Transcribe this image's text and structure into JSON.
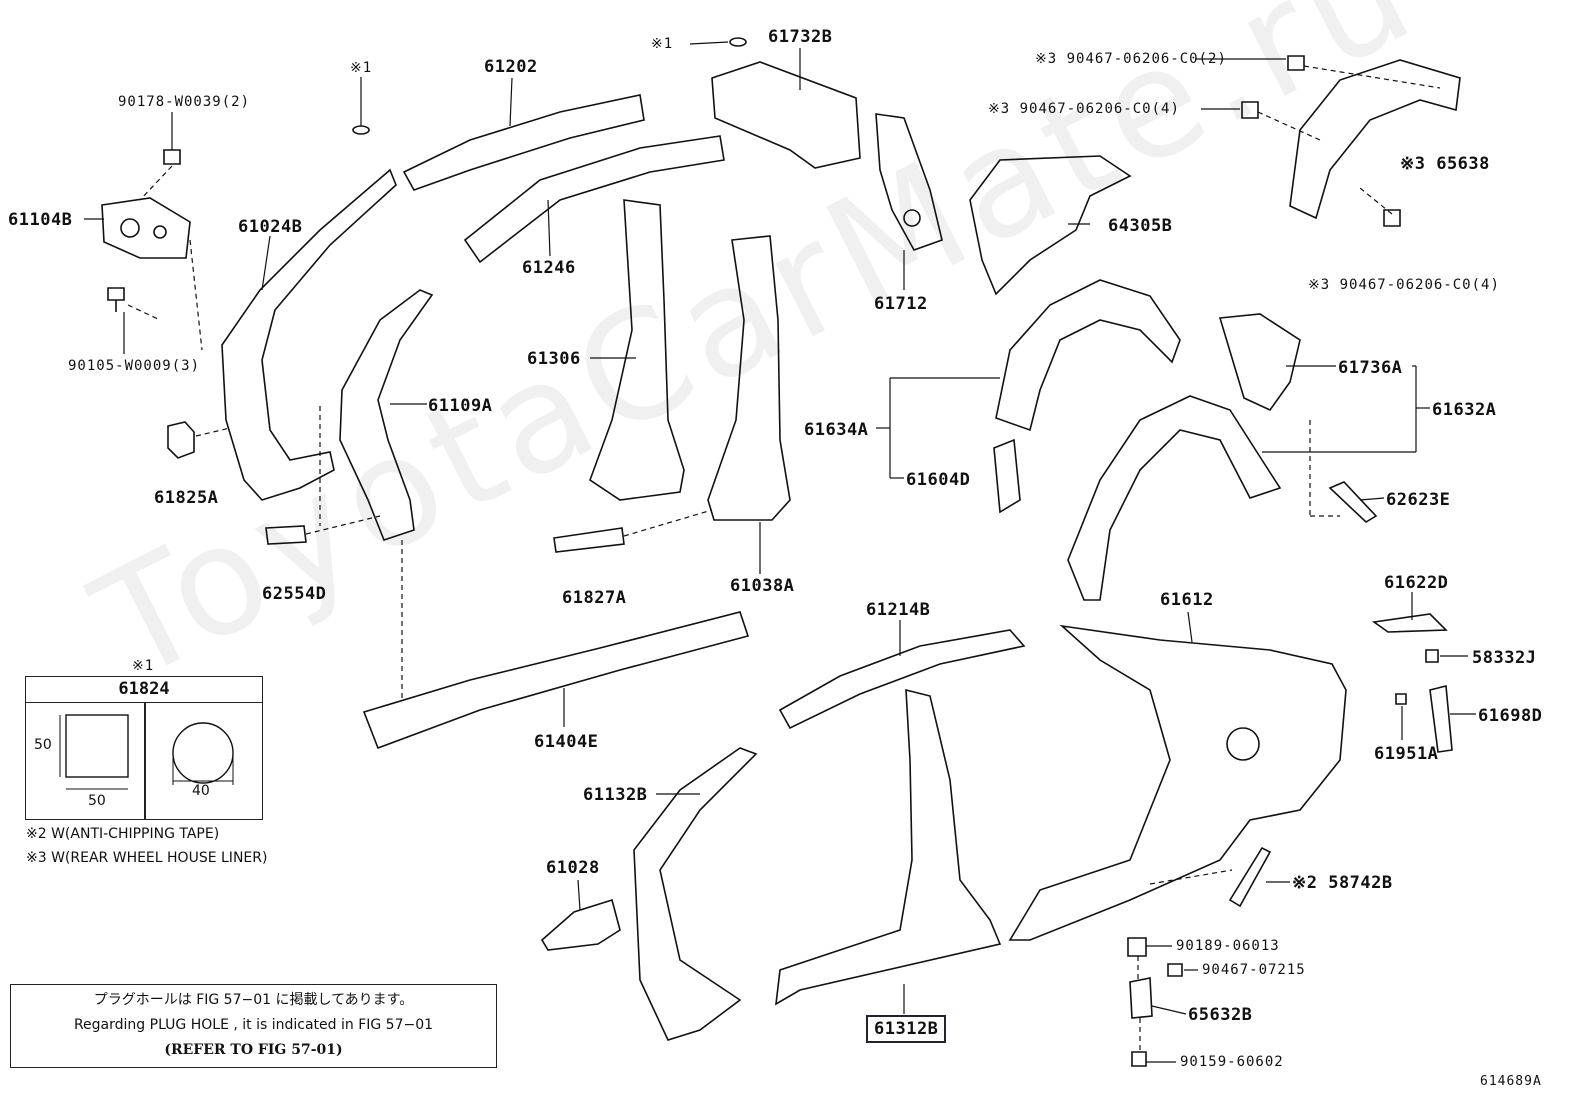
{
  "watermark": "ToyotaCarMate.ru",
  "figure_id": "614689A",
  "parts": {
    "p90178": "90178-W0039(2)",
    "p61104B": "61104B",
    "p90105": "90105-W0009(3)",
    "p61825A": "61825A",
    "p61024B": "61024B",
    "mark1a": "※1",
    "p61202": "61202",
    "mark1b": "※1",
    "p61732B": "61732B",
    "p61246": "61246",
    "p61109A": "61109A",
    "p61306": "61306",
    "p62554D": "62554D",
    "p61827A": "61827A",
    "p61038A": "61038A",
    "p61712": "61712",
    "p90467a": "※3 90467-06206-C0(2)",
    "p90467b": "※3 90467-06206-C0(4)",
    "p65638": "※3 65638",
    "p90467c": "※3 90467-06206-C0(4)",
    "p64305B": "64305B",
    "p61736A": "61736A",
    "p61632A": "61632A",
    "p61634A": "61634A",
    "p61604D": "61604D",
    "p62623E": "62623E",
    "p61404E": "61404E",
    "p61214B": "61214B",
    "p61612": "61612",
    "p61622D": "61622D",
    "p58332J": "58332J",
    "p61698D": "61698D",
    "p61951A": "61951A",
    "p61132B": "61132B",
    "p61028": "61028",
    "p58742B": "※2 58742B",
    "p90189": "90189-06013",
    "p90467d": "90467-07215",
    "p65632B": "65632B",
    "p90159": "90159-60602",
    "p61312B": "61312B"
  },
  "legend": {
    "mark": "※1",
    "part": "61824",
    "square_h": "50",
    "square_w": "50",
    "circle_d": "40"
  },
  "notes": {
    "n2": "※2 W(ANTI-CHIPPING TAPE)",
    "n3": "※3 W(REAR WHEEL HOUSE LINER)"
  },
  "plug_note": {
    "line1": "プラグホールは FIG 57−01 に掲載してあります。",
    "line2": "Regarding  PLUG  HOLE , it is indicated in FIG  57−01",
    "line3": "(REFER TO FIG 57-01)"
  }
}
